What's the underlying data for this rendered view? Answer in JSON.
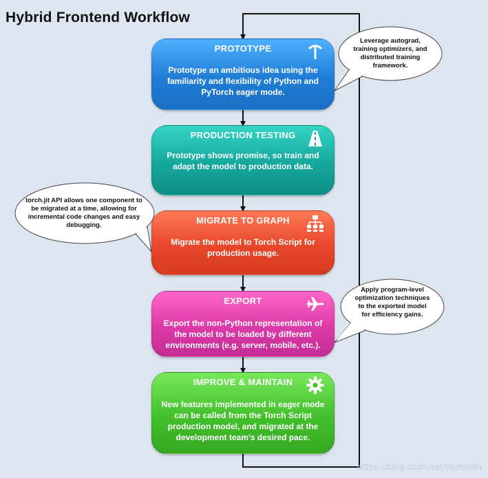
{
  "title": "Hybrid Frontend Workflow",
  "steps": [
    {
      "title": "PROTOTYPE",
      "description": "Prototype an ambitious idea using the familiarity and flexibility of Python and PyTorch eager mode.",
      "icon": "pickaxe-icon"
    },
    {
      "title": "PRODUCTION TESTING",
      "description": "Prototype shows promise, so train and adapt the model to production data.",
      "icon": "road-icon"
    },
    {
      "title": "MIGRATE TO GRAPH",
      "description": "Migrate the model to Torch Script for production usage.",
      "icon": "graph-icon"
    },
    {
      "title": "EXPORT",
      "description": "Export the non-Python representation of the model to be loaded by different environments (e.g. server, mobile, etc.).",
      "icon": "airplane-icon"
    },
    {
      "title": "IMPROVE & MAINTAIN",
      "description": "New features implemented in eager mode can be called from the Torch Script production model, and migrated at the development team’s desired pace.",
      "icon": "gear-icon"
    }
  ],
  "bubbles": {
    "autograd": "Leverage autograd, training optimizers, and distributed training framework.",
    "torchjit": "torch.jit API allows one component to be migrated at a time, allowing for incremental code changes and easy debugging.",
    "optimization": "Apply program-level optimization techniques to the exported model for efficiency gains."
  },
  "watermark": "https://blog.csdn.net/JachinMa",
  "colors": {
    "prototype": "#1f7dd6",
    "production_testing": "#15a89c",
    "migrate_to_graph": "#e8472b",
    "export": "#dc3aa8",
    "improve_maintain": "#43c02b",
    "background": "#dde6f0"
  }
}
